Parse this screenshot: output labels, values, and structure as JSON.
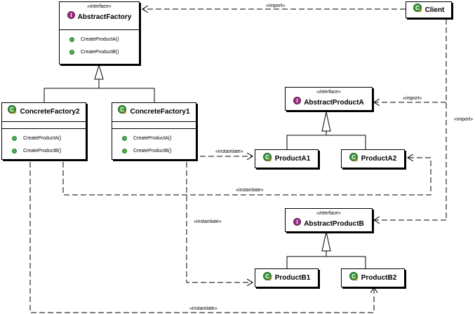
{
  "stereotype_interface": "«interface»",
  "abstract_factory": {
    "name": "AbstractFactory",
    "methods": [
      "CreateProductA()",
      "CreateProductB()"
    ]
  },
  "client": {
    "name": "Client"
  },
  "concrete_factory_2": {
    "name": "ConcreteFactory2",
    "methods": [
      "CreateProductA()",
      "CreateProductB()"
    ]
  },
  "concrete_factory_1": {
    "name": "ConcreteFactory1",
    "methods": [
      "CreateProductA()",
      "CreateProductB()"
    ]
  },
  "abstract_product_a": {
    "name": "AbstractProductA"
  },
  "abstract_product_b": {
    "name": "AbstractProductB"
  },
  "product_a1": {
    "name": "ProductA1"
  },
  "product_a2": {
    "name": "ProductA2"
  },
  "product_b1": {
    "name": "ProductB1"
  },
  "product_b2": {
    "name": "ProductB2"
  },
  "labels": {
    "import": "«import»",
    "instantiate_guillemet": "«instantiate»",
    "instantiate_plain": "«instantiate»"
  },
  "icons": {
    "interface_icon": "interface-i-icon",
    "class_icon": "class-c-icon"
  },
  "colors": {
    "interface_icon": "#9b2d7f",
    "class_icon": "#3a9a3a",
    "method_dot": "#4cae4c"
  }
}
